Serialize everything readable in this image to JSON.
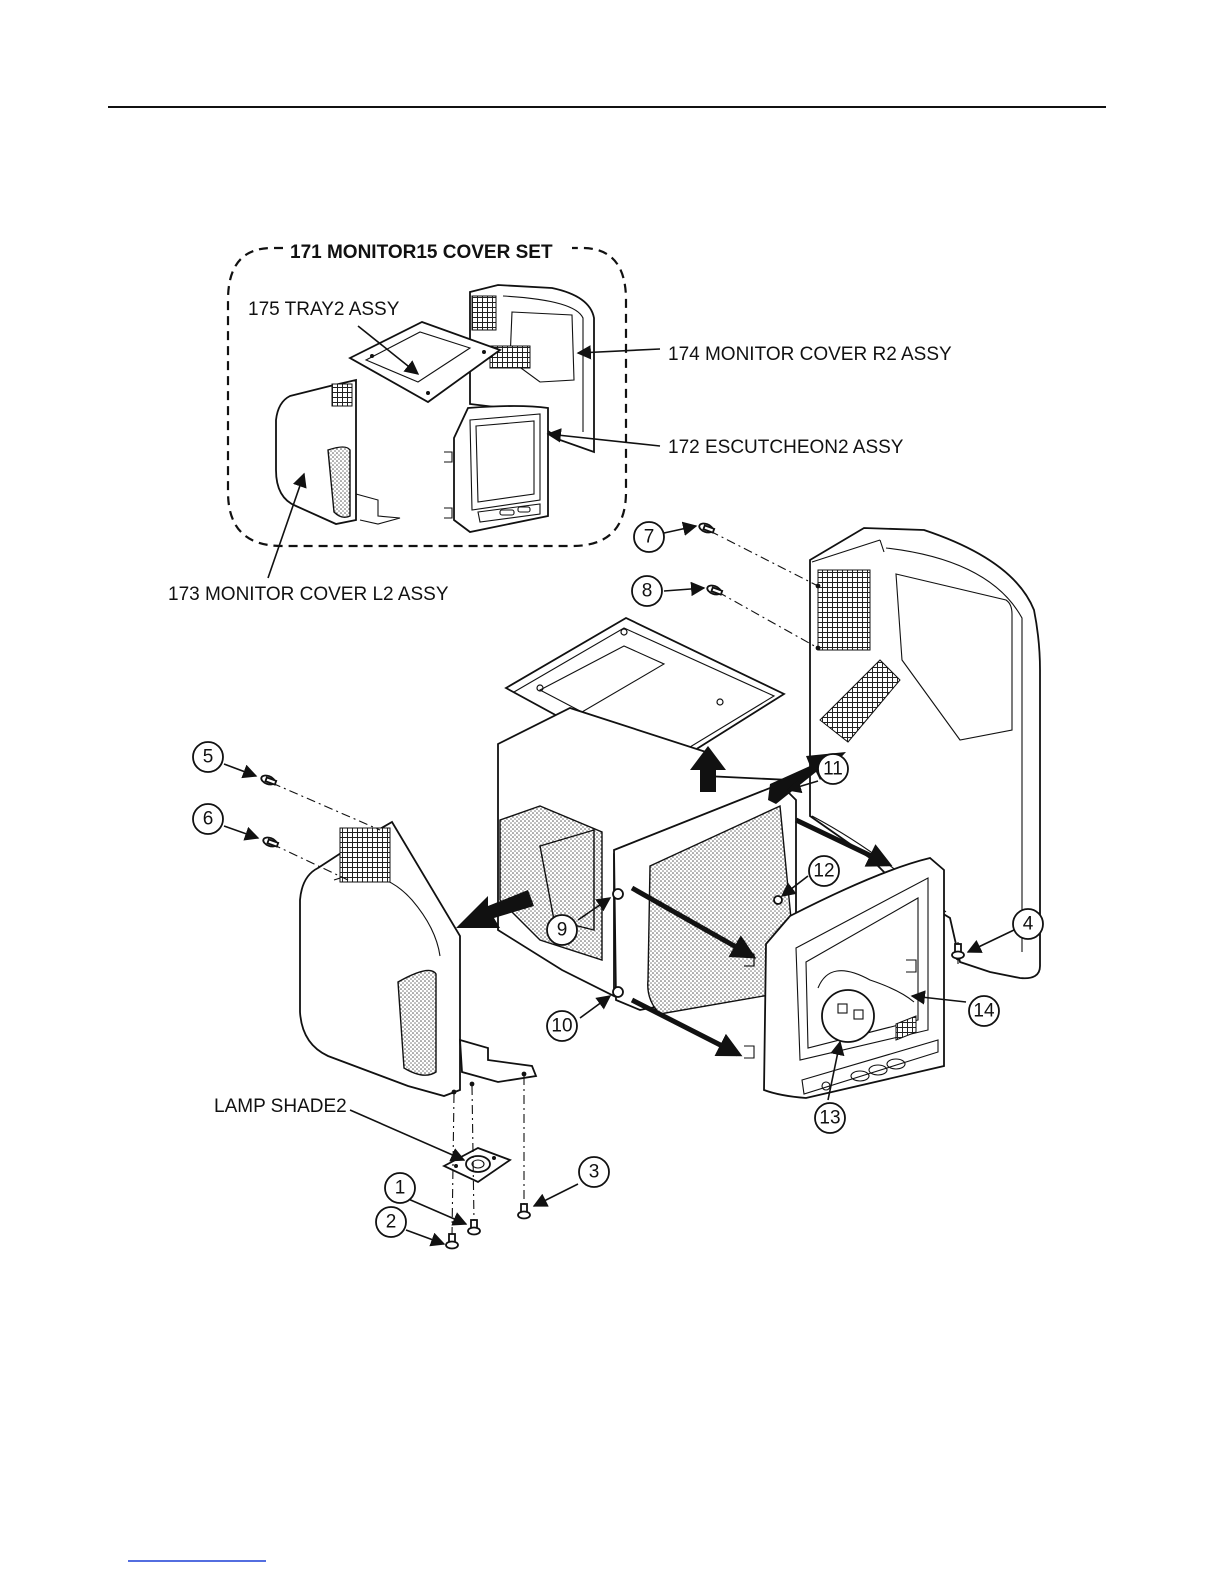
{
  "labels": {
    "set_title": "171 MONITOR15 COVER SET",
    "tray": "175 TRAY2 ASSY",
    "cover_r": "174 MONITOR COVER R2 ASSY",
    "escutcheon": "172 ESCUTCHEON2 ASSY",
    "cover_l": "173 MONITOR COVER L2 ASSY",
    "lamp_shade": "LAMP SHADE2"
  },
  "callouts": [
    "1",
    "2",
    "3",
    "4",
    "5",
    "6",
    "7",
    "8",
    "9",
    "10",
    "11",
    "12",
    "13",
    "14"
  ],
  "colors": {
    "ink": "#111111",
    "paper": "#ffffff",
    "footer_line": "#1a3fd6"
  }
}
